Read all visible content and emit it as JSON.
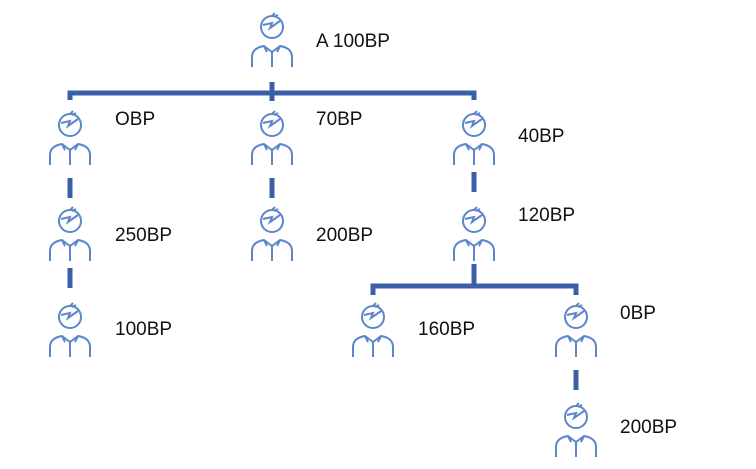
{
  "colors": {
    "line": "#3a5fa8",
    "icon": "#5b86cc"
  },
  "nodes": [
    {
      "label": "A 100BP",
      "icon": "person-icon"
    },
    {
      "label": "OBP",
      "icon": "person-icon"
    },
    {
      "label": "70BP",
      "icon": "person-icon"
    },
    {
      "label": "40BP",
      "icon": "person-icon"
    },
    {
      "label": "250BP",
      "icon": "person-icon"
    },
    {
      "label": "200BP",
      "icon": "person-icon"
    },
    {
      "label": "120BP",
      "icon": "person-icon"
    },
    {
      "label": "100BP",
      "icon": "person-icon"
    },
    {
      "label": "160BP",
      "icon": "person-icon"
    },
    {
      "label": "0BP",
      "icon": "person-icon"
    },
    {
      "label": "200BP",
      "icon": "person-icon"
    }
  ]
}
